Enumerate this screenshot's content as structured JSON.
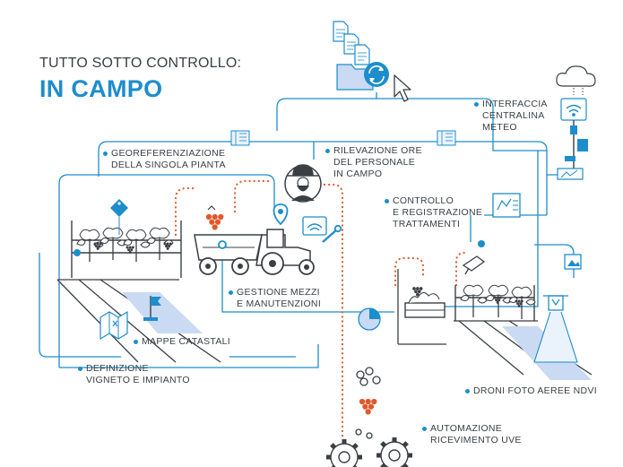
{
  "title": {
    "line1": "TUTTO SOTTO CONTROLLO:",
    "line2": "IN CAMPO"
  },
  "labels": {
    "interfaccia": [
      "INTERFACCIA",
      "CENTRALINA",
      "METEO"
    ],
    "georef": [
      "GEOREFERENZIAZIONE",
      "DELLA SINGOLA PIANTA"
    ],
    "rilevazione": [
      "RILEVAZIONE ORE",
      "DEL PERSONALE",
      "IN CAMPO"
    ],
    "controllo": [
      "CONTROLLO",
      "E REGISTRAZIONE",
      "TRATTAMENTI"
    ],
    "gestione": [
      "GESTIONE MEZZI",
      "E MANUTENZIONI"
    ],
    "mappe": [
      "MAPPE CATASTALI"
    ],
    "definizione": [
      "DEFINIZIONE",
      "VIGNETO E IMPIANTO"
    ],
    "droni": [
      "DRONI FOTO AEREE NDVI"
    ],
    "automazione": [
      "AUTOMAZIONE",
      "RICEVIMENTO UVE"
    ]
  },
  "colors": {
    "accent": "#1d8dcc",
    "line": "#3a3f44",
    "path": "#e0592b",
    "grape": "#e0592b",
    "field": "#c9daf2"
  },
  "icons": [
    "document-icon",
    "folder-icon",
    "sync-icon",
    "cursor-icon",
    "cloud-icon",
    "wifi-icon",
    "weather-station-icon",
    "tag-icon",
    "location-pin-icon",
    "worker-icon",
    "tractor-icon",
    "wrench-icon",
    "map-icon",
    "flag-icon",
    "clock-icon",
    "grape-icon",
    "gear-icon",
    "drone-icon",
    "photo-icon",
    "sprayer-icon",
    "crate-icon",
    "treatment-sheet-icon"
  ]
}
